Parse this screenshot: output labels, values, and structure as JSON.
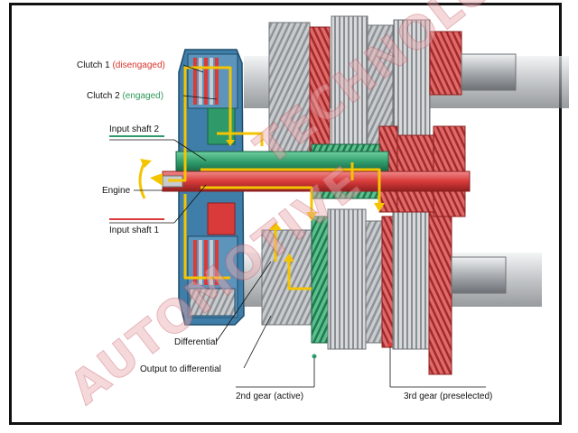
{
  "colors": {
    "shaft_red": "#d93a3a",
    "gear_green": "#2e9a6a",
    "flow_yellow": "#f5c400",
    "housing_blue": "#3f7ea8",
    "steel_grey": "#b9bcbf",
    "watermark": "#e8a9ae",
    "label_red": "#d9352b",
    "label_green": "#2e9a5a"
  },
  "labels": {
    "clutch1": "Clutch 1",
    "clutch1_state": "(disengaged)",
    "clutch2": "Clutch 2",
    "clutch2_state": "(engaged)",
    "input_shaft_2": "Input shaft 2",
    "engine": "Engine",
    "input_shaft_1": "Input shaft 1",
    "differential": "Differential",
    "output_to_differential": "Output to differential",
    "gear2_active": "2nd gear (active)",
    "gear3_preselected": "3rd gear (preselected)"
  },
  "watermark": {
    "line1": "AUTOMOTIVE",
    "line2": "TECHNOLOGY"
  }
}
